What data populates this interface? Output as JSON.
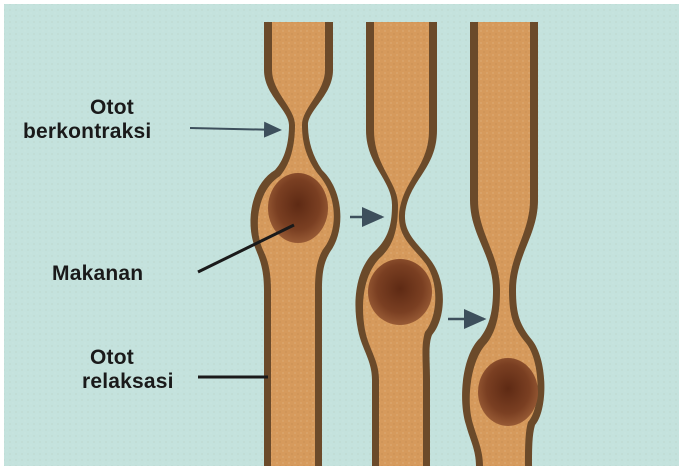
{
  "labels": {
    "contracted_muscle": {
      "line1": "Otot",
      "line2": "berkontraksi"
    },
    "food": "Makanan",
    "relaxed_muscle": {
      "line1": "Otot",
      "line2": "relaksasi"
    }
  },
  "colors": {
    "background": "#c4e2dd",
    "tube_fill": "#d69a5c",
    "tube_wall": "#6b4a2a",
    "tube_lining": "#e9cf9f",
    "food_bolus": "#7a3f22",
    "arrow": "#3d4f5c",
    "pointer_line": "#1a1a1a"
  }
}
